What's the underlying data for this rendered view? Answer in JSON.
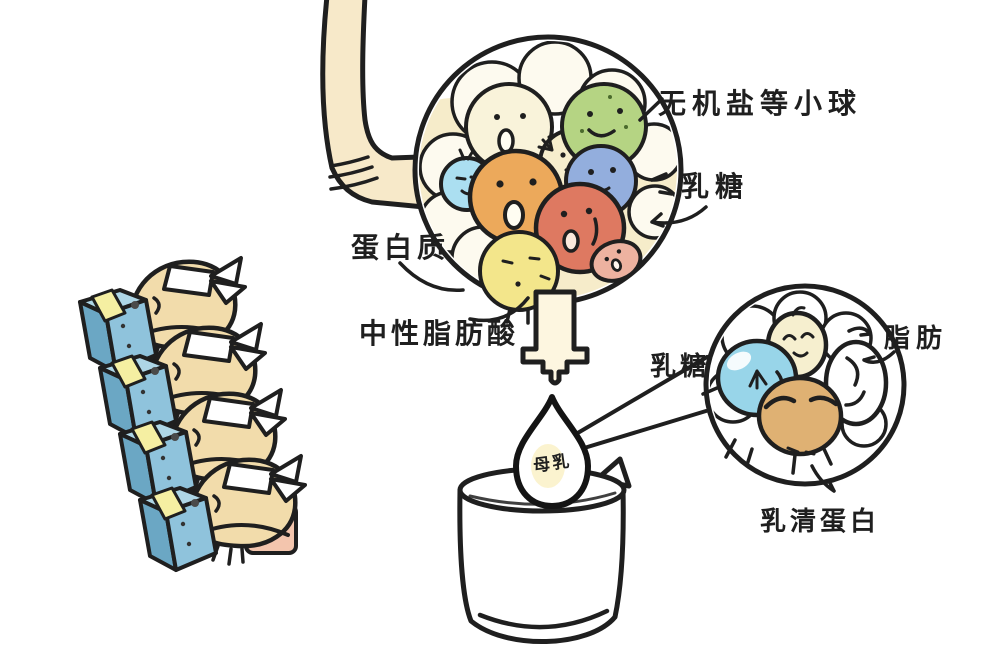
{
  "illustration": {
    "labels": {
      "inorganic_salts": "无机盐等小球",
      "lactose": "乳糖",
      "protein": "蛋白质",
      "neutral_fatty_acid": "中性脂肪酸",
      "breast_milk_drop": "母乳",
      "lactose_detail": "乳糖",
      "fat": "脂肪",
      "whey_protein": "乳清蛋白"
    },
    "colors": {
      "outline": "#1f1f1f",
      "tube_cream": "#f7e9c9",
      "inner_cream": "#f6ecca",
      "ball_white": "#f9f3da",
      "ball_green": "#b5d483",
      "ball_orange": "#eca95b",
      "ball_skyblue": "#abdff1",
      "ball_periwinkle": "#93aedd",
      "ball_red": "#de7961",
      "ball_yellow": "#f3e68b",
      "ball_pink": "#edb2a0",
      "detail_blue": "#98d5e9",
      "detail_cream": "#f6efcf",
      "detail_tan": "#dfb173",
      "machine_front": "#8fc3dc",
      "machine_side": "#6ba7c4",
      "machine_top": "#aed6e6",
      "sheet_yellow": "#f5efa2",
      "worker_cream": "#f2dcab",
      "stool_pink": "#f3c5ad",
      "drop_glow": "#fbf3cf"
    }
  }
}
